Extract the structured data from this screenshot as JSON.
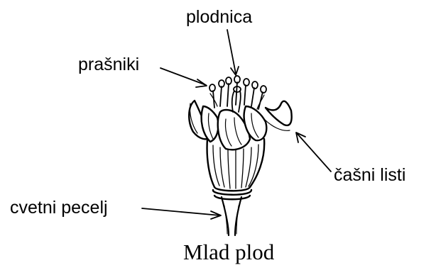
{
  "labels": {
    "ovary": "plodnica",
    "stamens": "prašniki",
    "sepals": "čašni listi",
    "peduncle": "cvetni pecelj"
  },
  "caption": "Mlad plod",
  "colors": {
    "ink": "#000000",
    "background": "#ffffff"
  }
}
